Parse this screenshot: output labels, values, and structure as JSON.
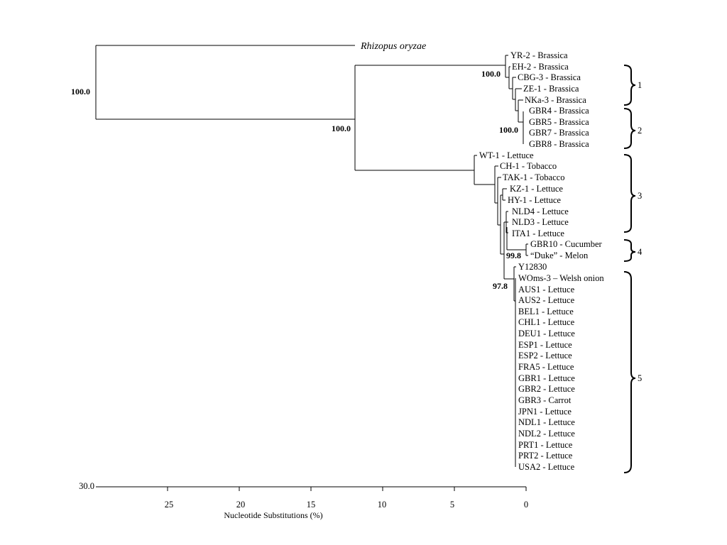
{
  "outgroup": "Rhizopus oryzae",
  "leaves": [
    "YR-2 - Brassica",
    "EH-2 - Brassica",
    "CBG-3 - Brassica",
    "ZE-1 - Brassica",
    "NKa-3 - Brassica",
    "GBR4 - Brassica",
    "GBR5 - Brassica",
    "GBR7 - Brassica",
    "GBR8 - Brassica",
    "WT-1 - Lettuce",
    "CH-1 - Tobacco",
    "TAK-1 - Tobacco",
    "KZ-1 - Lettuce",
    "HY-1 - Lettuce",
    "NLD4 - Lettuce",
    "NLD3 - Lettuce",
    "ITA1 - Lettuce",
    "GBR10 - Cucumber",
    "“Duke” - Melon",
    "Y12830",
    "WOms-3 – Welsh onion",
    "AUS1 - Lettuce",
    "AUS2 - Lettuce",
    "BEL1 - Lettuce",
    "CHL1 - Lettuce",
    "DEU1 - Lettuce",
    "ESP1 - Lettuce",
    "ESP2 - Lettuce",
    "FRA5 - Lettuce",
    "GBR1 - Lettuce",
    "GBR2 - Lettuce",
    "GBR3 - Carrot",
    "JPN1 - Lettuce",
    "NDL1 - Lettuce",
    "NDL2 - Lettuce",
    "PRT1 - Lettuce",
    "PRT2 - Lettuce",
    "USA2 - Lettuce"
  ],
  "bootstrap": {
    "root": "100.0",
    "ingroup": "100.0",
    "brassica_a": "100.0",
    "brassica_b": "100.0",
    "cucurbit": "99.8",
    "group5": "97.8"
  },
  "groups": [
    "1",
    "2",
    "3",
    "4",
    "5"
  ],
  "axis": {
    "label": "Nucleotide Substitutions (%)",
    "start_label": "30.0",
    "ticks": [
      "25",
      "20",
      "15",
      "10",
      "5",
      "0"
    ]
  }
}
